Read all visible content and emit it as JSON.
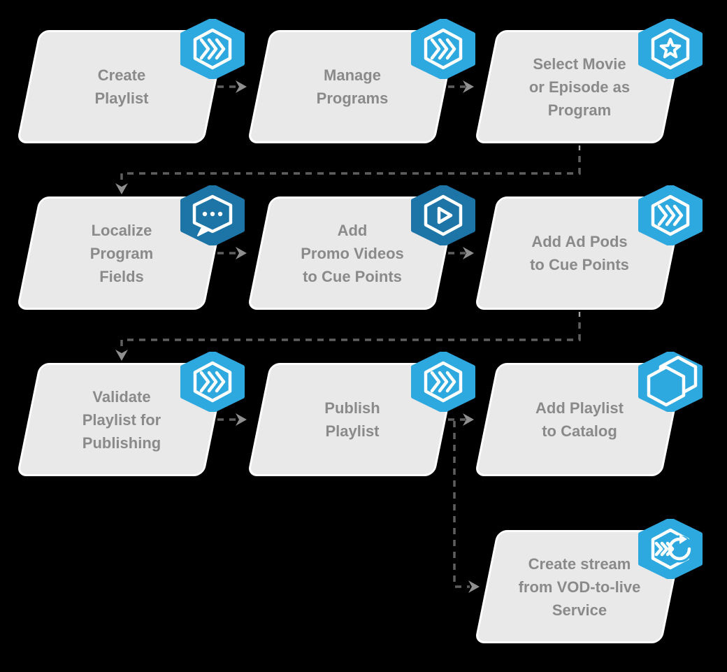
{
  "diagram": {
    "type": "flowchart",
    "description": "Playlist publishing workflow with parallelogram steps connected by dashed arrows"
  },
  "colors": {
    "background": "#000000",
    "box_fill": "#e9e9e9",
    "box_border": "#ffffff",
    "label_text": "#8a8a8a",
    "icon_light_blue": "#2ea9e0",
    "icon_dark_blue": "#1c74a7",
    "icon_glyph": "#ffffff",
    "connector_line": "#5f5f5f",
    "connector_stub": "#a8a8a8",
    "arrowhead": "#8f8f8f"
  },
  "nodes": [
    {
      "id": "create-playlist",
      "label": "Create\nPlaylist",
      "icon": "chevrons-hexagon-icon",
      "icon_tone": "light",
      "row": 0,
      "col": 0
    },
    {
      "id": "manage-programs",
      "label": "Manage\nPrograms",
      "icon": "chevrons-hexagon-icon",
      "icon_tone": "light",
      "row": 0,
      "col": 1
    },
    {
      "id": "select-movie-or-episode-as-program",
      "label": "Select Movie\nor Episode as\nProgram",
      "icon": "star-hexagon-icon",
      "icon_tone": "light",
      "row": 0,
      "col": 2
    },
    {
      "id": "localize-program-fields",
      "label": "Localize\nProgram\nFields",
      "icon": "chat-bubble-icon",
      "icon_tone": "dark",
      "row": 1,
      "col": 0
    },
    {
      "id": "add-promo-videos-to-cue-points",
      "label": "Add\nPromo Videos\nto Cue Points",
      "icon": "play-hexagon-icon",
      "icon_tone": "dark",
      "row": 1,
      "col": 1
    },
    {
      "id": "add-ad-pods-to-cue-points",
      "label": "Add Ad Pods\nto Cue Points",
      "icon": "chevrons-hexagon-icon",
      "icon_tone": "light",
      "row": 1,
      "col": 2
    },
    {
      "id": "validate-playlist-for-publishing",
      "label": "Validate\nPlaylist for\nPublishing",
      "icon": "chevrons-hexagon-icon",
      "icon_tone": "light",
      "row": 2,
      "col": 0
    },
    {
      "id": "publish-playlist",
      "label": "Publish\nPlaylist",
      "icon": "chevrons-hexagon-icon",
      "icon_tone": "light",
      "row": 2,
      "col": 1
    },
    {
      "id": "add-playlist-to-catalog",
      "label": "Add Playlist\nto Catalog",
      "icon": "catalog-hexagons-icon",
      "icon_tone": "light",
      "row": 2,
      "col": 2
    },
    {
      "id": "create-stream-from-vod-to-live-service",
      "label": "Create stream\nfrom VOD-to-live\nService",
      "icon": "vod-to-live-sync-icon",
      "icon_tone": "light",
      "row": 3,
      "col": 2
    }
  ],
  "edges": [
    {
      "from": "create-playlist",
      "to": "manage-programs",
      "type": "right-arrow"
    },
    {
      "from": "manage-programs",
      "to": "select-movie-or-episode-as-program",
      "type": "right-arrow"
    },
    {
      "from": "select-movie-or-episode-as-program",
      "to": "localize-program-fields",
      "type": "wrap-down-left"
    },
    {
      "from": "localize-program-fields",
      "to": "add-promo-videos-to-cue-points",
      "type": "right-arrow"
    },
    {
      "from": "add-promo-videos-to-cue-points",
      "to": "add-ad-pods-to-cue-points",
      "type": "right-arrow"
    },
    {
      "from": "add-ad-pods-to-cue-points",
      "to": "validate-playlist-for-publishing",
      "type": "wrap-down-left"
    },
    {
      "from": "validate-playlist-for-publishing",
      "to": "publish-playlist",
      "type": "right-arrow"
    },
    {
      "from": "publish-playlist",
      "to": "add-playlist-to-catalog",
      "type": "right-arrow"
    },
    {
      "from": "publish-playlist",
      "to": "create-stream-from-vod-to-live-service",
      "type": "branch-down-right"
    }
  ]
}
